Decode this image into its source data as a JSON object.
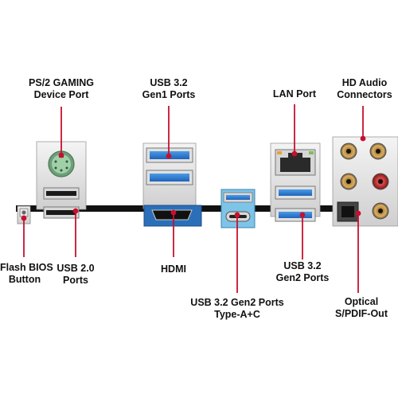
{
  "labels": {
    "ps2": [
      "PS/2 GAMING",
      "Device Port"
    ],
    "usb32_gen1": [
      "USB 3.2",
      "Gen1 Ports"
    ],
    "lan": [
      "LAN Port"
    ],
    "hd_audio": [
      "HD Audio",
      "Connectors"
    ],
    "flash_bios": [
      "Flash BIOS",
      "Button"
    ],
    "usb20": [
      "USB 2.0",
      "Ports"
    ],
    "hdmi": [
      "HDMI"
    ],
    "usb32_gen2_ac": [
      "USB 3.2 Gen2 Ports",
      "Type-A+C"
    ],
    "usb32_gen2": [
      "USB 3.2",
      "Gen2 Ports"
    ],
    "optical": [
      "Optical",
      "S/PDIF-Out"
    ]
  },
  "colors": {
    "leader_line": "#c8102e",
    "bar": "#111111",
    "usb3_blue": "#2f7fd6",
    "usb2_black": "#1a1a1a",
    "ps2_green": "#8fc79a",
    "audio_orange": "#e8a040",
    "audio_red": "#d23a3a",
    "typec_blue": "#7dc4e8"
  }
}
